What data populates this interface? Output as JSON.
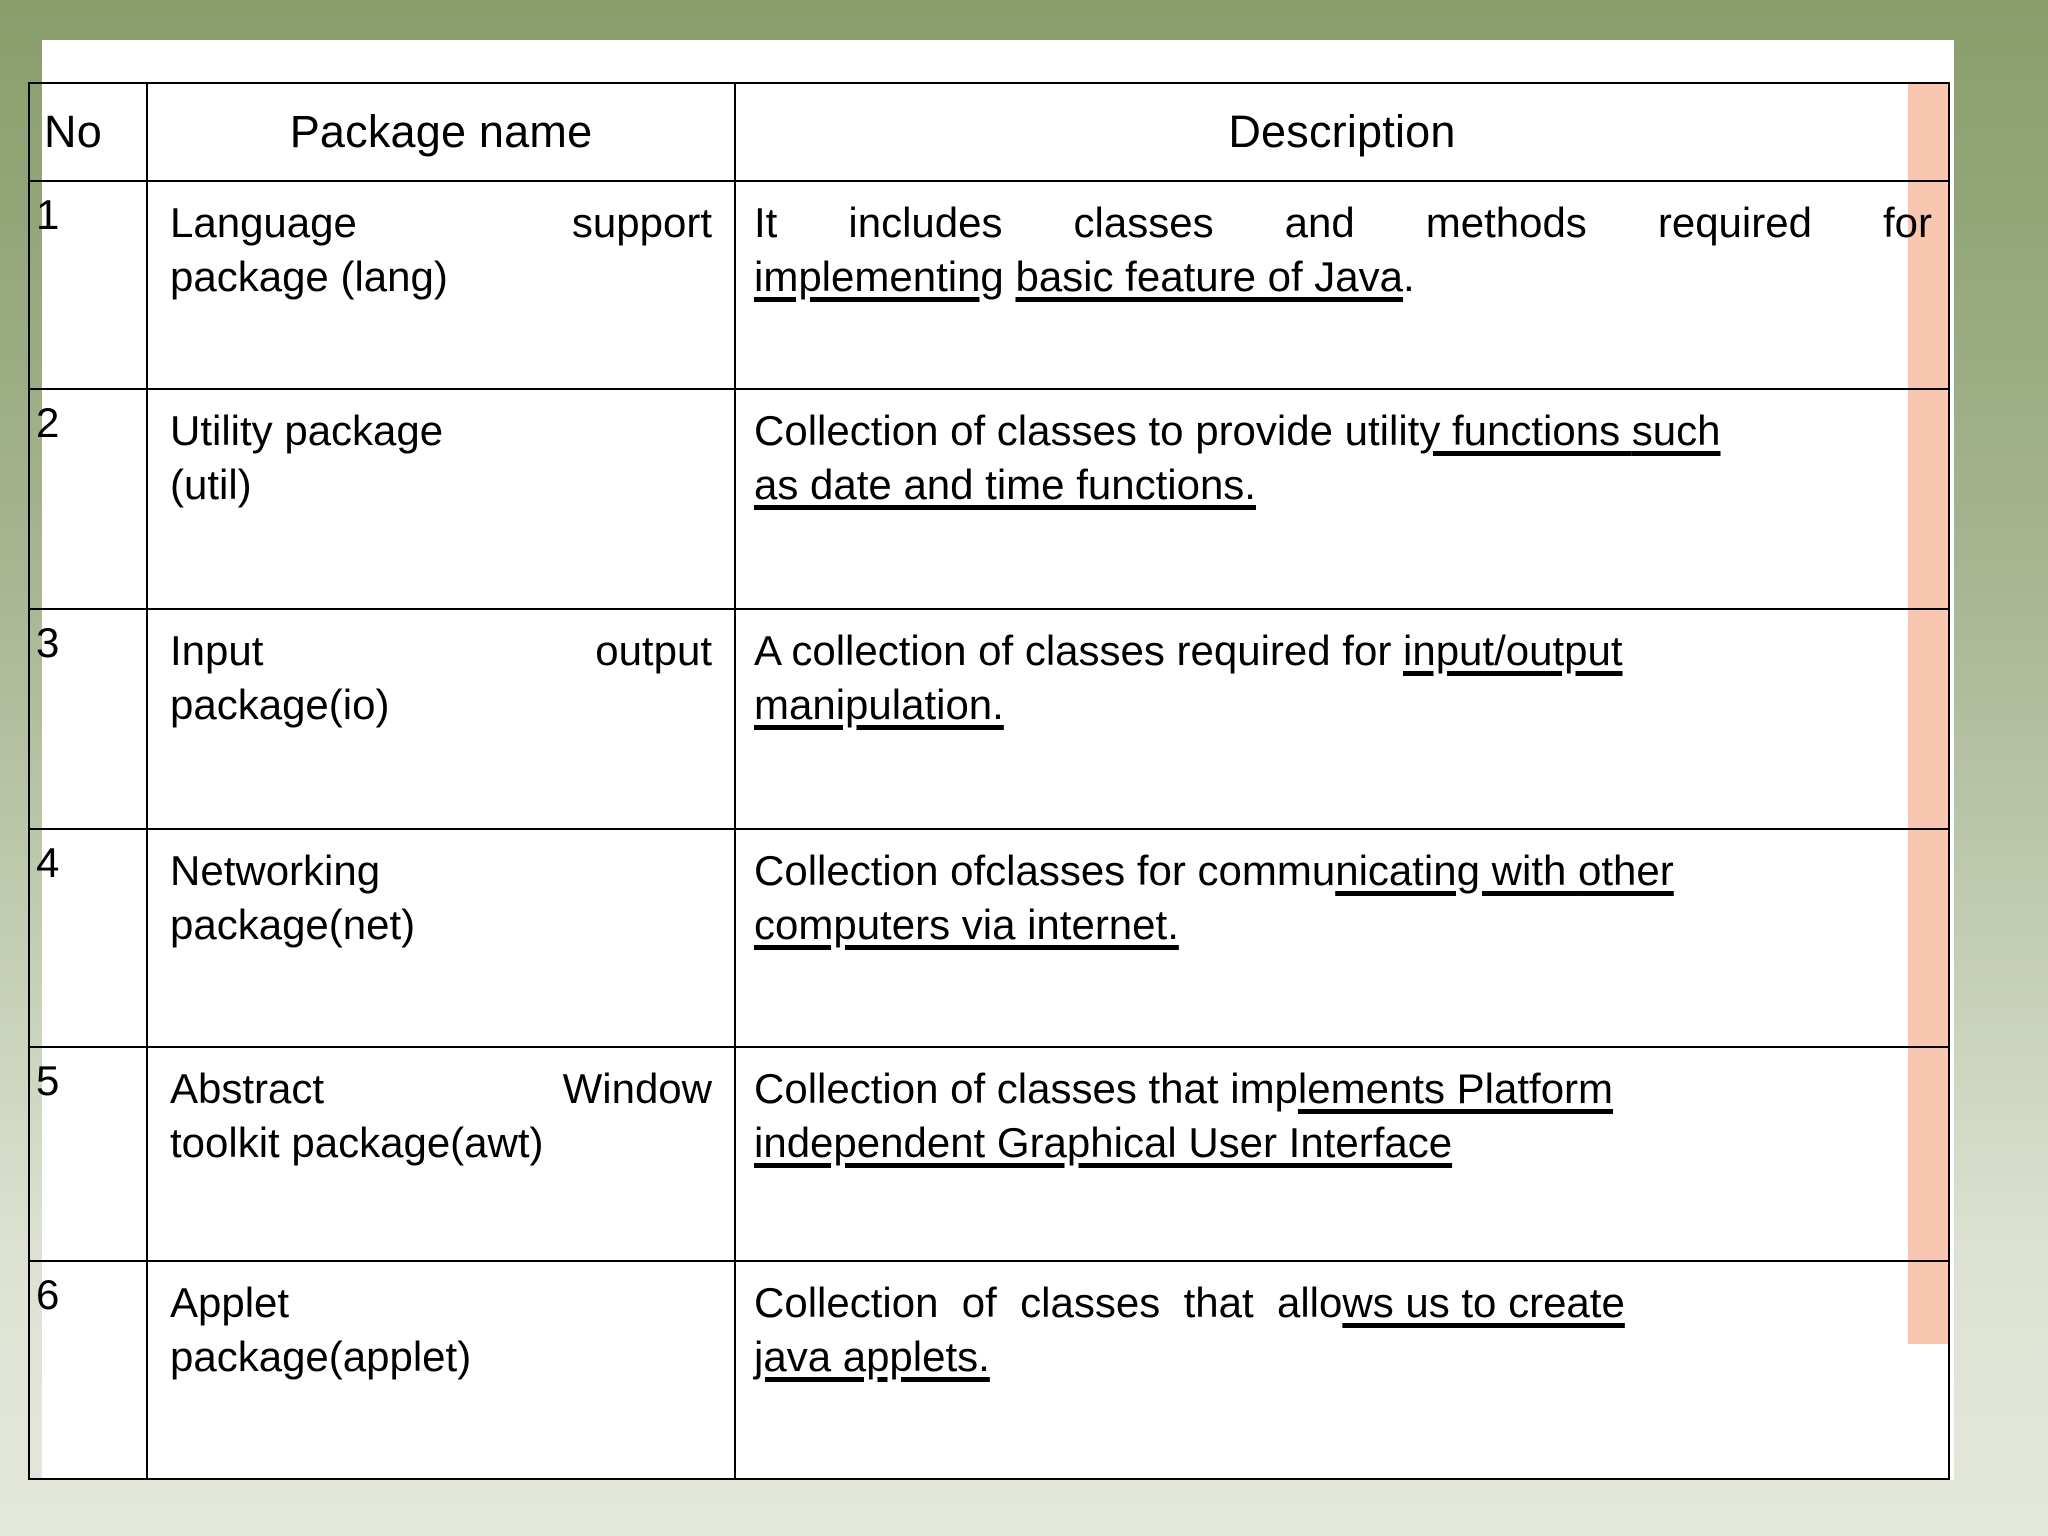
{
  "slide": {
    "background_top_color": "#8a9e6c",
    "background_bottom_color": "#e4e8dc",
    "panel_color": "#ffffff",
    "accent_band_color": "#f9c6af"
  },
  "table": {
    "columns": [
      {
        "key": "no",
        "header": "No"
      },
      {
        "key": "package_name",
        "header": "Package name"
      },
      {
        "key": "description",
        "header": "Description"
      }
    ],
    "rows": [
      {
        "no": "1",
        "package_name_line1_a": "Language",
        "package_name_line1_b": "support",
        "package_name_line2": "package (lang)",
        "desc_line1_words": [
          "It",
          "includes",
          "classes",
          "and",
          "methods",
          "required",
          "for"
        ],
        "desc_line2_a": "implementing",
        "desc_line2_b": "basic feature of Java",
        "desc_line2_tail": "."
      },
      {
        "no": "2",
        "package_name_line1_a": "Utility package",
        "package_name_line1_b": "",
        "package_name_line2": "(util)",
        "desc_line1_plain": "Collection of classes to provide utilit",
        "desc_line1_ul_a": "y functions ",
        "desc_line1_ul_b": " such ",
        "desc_line2_ul": "as date and time functions."
      },
      {
        "no": "3",
        "package_name_line1_a": "Input",
        "package_name_line1_b": "output",
        "package_name_line2": "package(io)",
        "desc_line1_plain": "A collection of classes required for  ",
        "desc_line1_ul": "input/output",
        "desc_line2_ul": "manipulation."
      },
      {
        "no": "4",
        "package_name_line1_a": "Networking",
        "package_name_line1_b": "",
        "package_name_line2": "package(net)",
        "desc_line1_plain": "Collection ofclasses for commu",
        "desc_line1_ul_a": "nicating with ",
        "desc_line1_ul_b": " other ",
        "desc_line2_ul": "computers via internet."
      },
      {
        "no": "5",
        "package_name_line1_a": "Abstract",
        "package_name_line1_b": "Window",
        "package_name_line2": "toolkit package(awt)",
        "desc_line1_plain": "Collection of classes that imp",
        "desc_line1_ul": "lements Platform        ",
        "desc_line2_ul": "independent Graphical User Interface"
      },
      {
        "no": "6",
        "package_name_line1_a": "Applet",
        "package_name_line1_b": "",
        "package_name_line2": "package(applet)",
        "desc_line1_words": [
          "Collection",
          "of",
          "classes",
          "that",
          "allo"
        ],
        "desc_line1_ul": "ws us to create      ",
        "desc_line2_ul": "java applets."
      }
    ]
  }
}
